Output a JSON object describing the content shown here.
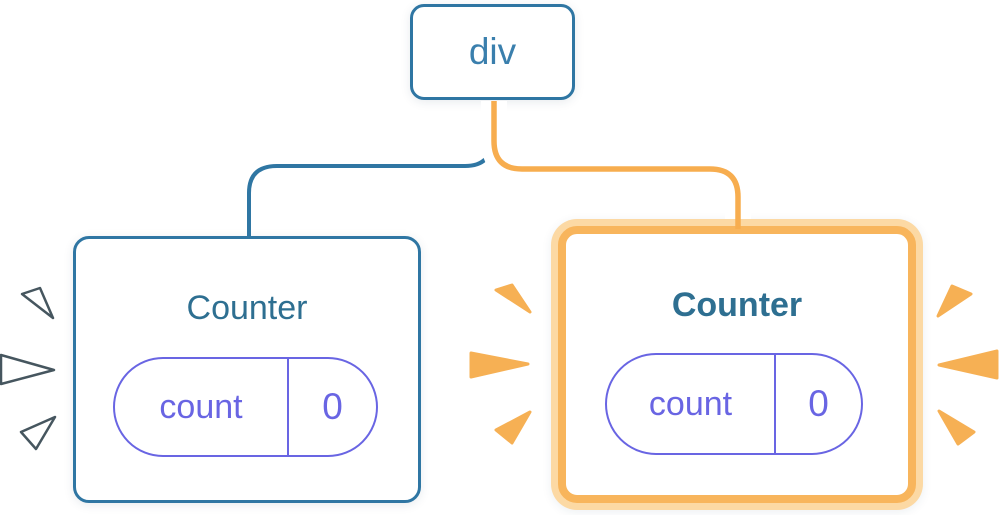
{
  "colors": {
    "blue": "#2f76a3",
    "blue-text": "#3a7fad",
    "title-blue": "#2e6f91",
    "purple": "#6965e3",
    "orange": "#f6b054",
    "orange-border": "#f8b55c",
    "orange-line": "#f7ad4f",
    "pale-orange": "#fcd9a4",
    "sparkle-outline": "#46565f",
    "node-bg": "#ffffff"
  },
  "tree": {
    "root": {
      "label": "div"
    },
    "children": [
      {
        "label": "Counter",
        "highlighted": false,
        "state": {
          "name": "count",
          "value": "0"
        }
      },
      {
        "label": "Counter",
        "highlighted": true,
        "state": {
          "name": "count",
          "value": "0"
        }
      }
    ]
  }
}
